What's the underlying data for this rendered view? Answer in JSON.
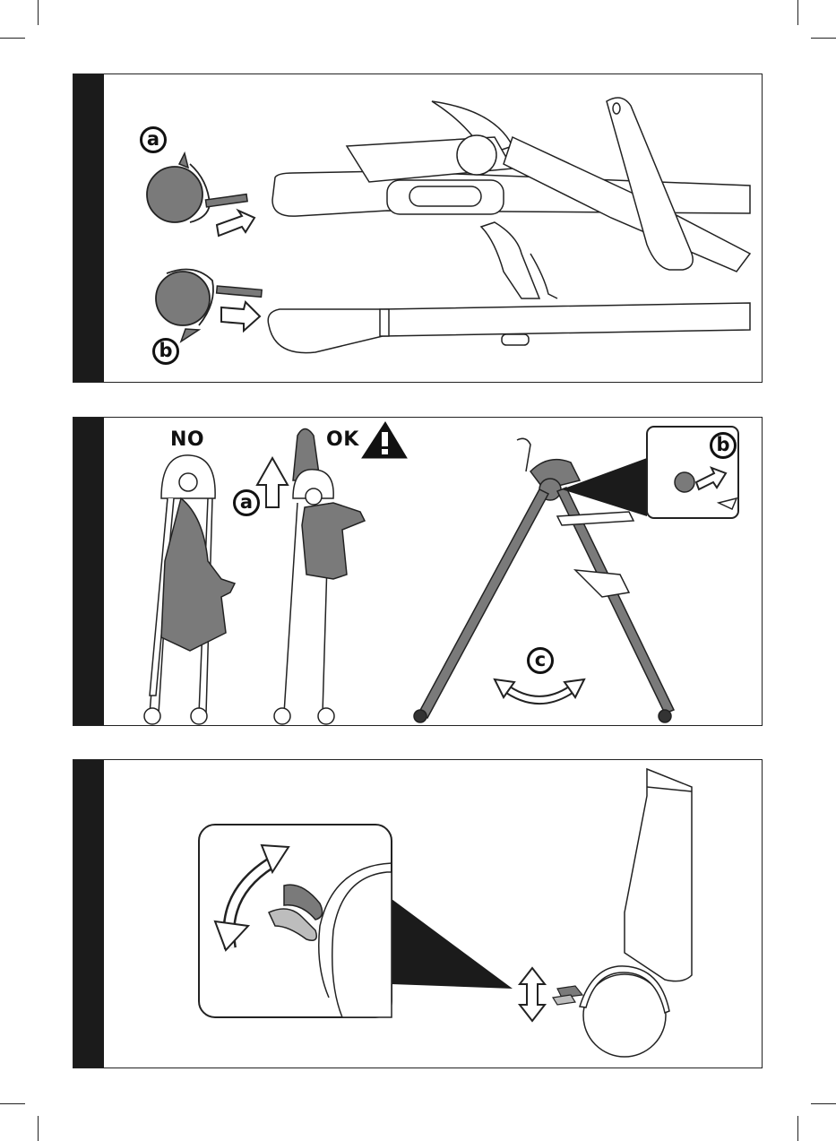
{
  "panel1": {
    "label_a": "a",
    "label_b": "b"
  },
  "panel2": {
    "label_no": "NO",
    "label_ok": "OK",
    "label_a": "a",
    "label_b": "b",
    "label_c": "c",
    "warning_icon": "warning-triangle-icon"
  },
  "panel3": {
    "zoom_icon": "magnified-brake-pedal",
    "arrow_icon": "up-down-arrow-icon"
  },
  "colors": {
    "frame": "#1b1b1b",
    "fill_gray": "#7a7a7a",
    "fill_light": "#bdbdbd"
  }
}
